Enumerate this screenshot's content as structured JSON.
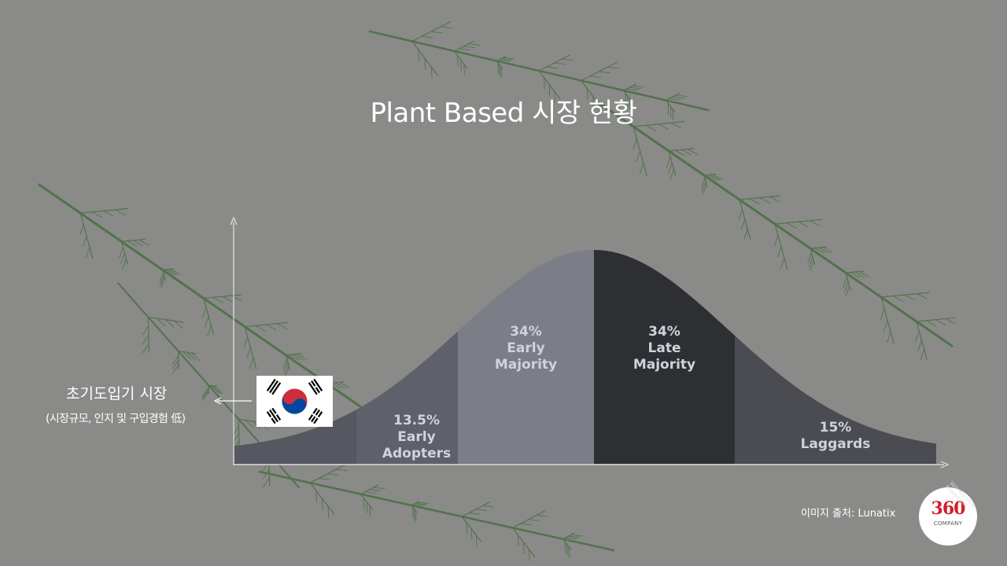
{
  "title": "Plant Based 시장 현황",
  "market": {
    "title": "초기도입기 시장",
    "subtitle": "(시장규모, 인지 및 구입경험 低)"
  },
  "source": "이미지 출처: Lunatix",
  "logo": {
    "number": "360",
    "word": "COMPANY",
    "tagline": "360° Branding Professional"
  },
  "chart_data": {
    "type": "area",
    "title": "Diffusion of innovations (adoption curve)",
    "segments": [
      {
        "name": "",
        "percent": null,
        "label_lines": [],
        "color": "#555860"
      },
      {
        "name": "Early Adopters",
        "percent": 13.5,
        "label_lines": [
          "13.5%",
          "Early",
          "Adopters"
        ],
        "color": "#5e6169"
      },
      {
        "name": "Early Majority",
        "percent": 34,
        "label_lines": [
          "34%",
          "Early",
          "Majority"
        ],
        "color": "#7b7e86"
      },
      {
        "name": "Late Majority",
        "percent": 34,
        "label_lines": [
          "34%",
          "Late",
          "Majority"
        ],
        "color": "#2e2f33"
      },
      {
        "name": "Laggards",
        "percent": 15,
        "label_lines": [
          "15%",
          "Laggards"
        ],
        "color": "#4a4c51"
      }
    ],
    "grid": false,
    "legend": "none"
  },
  "colors": {
    "background": "#8a8a88",
    "leaf": "#3f6a38",
    "axis": "#e4e4e4",
    "label": "#cfd3dc"
  },
  "icons": {
    "flag": "korea-flag-icon",
    "arrow": "left-arrow-icon"
  }
}
